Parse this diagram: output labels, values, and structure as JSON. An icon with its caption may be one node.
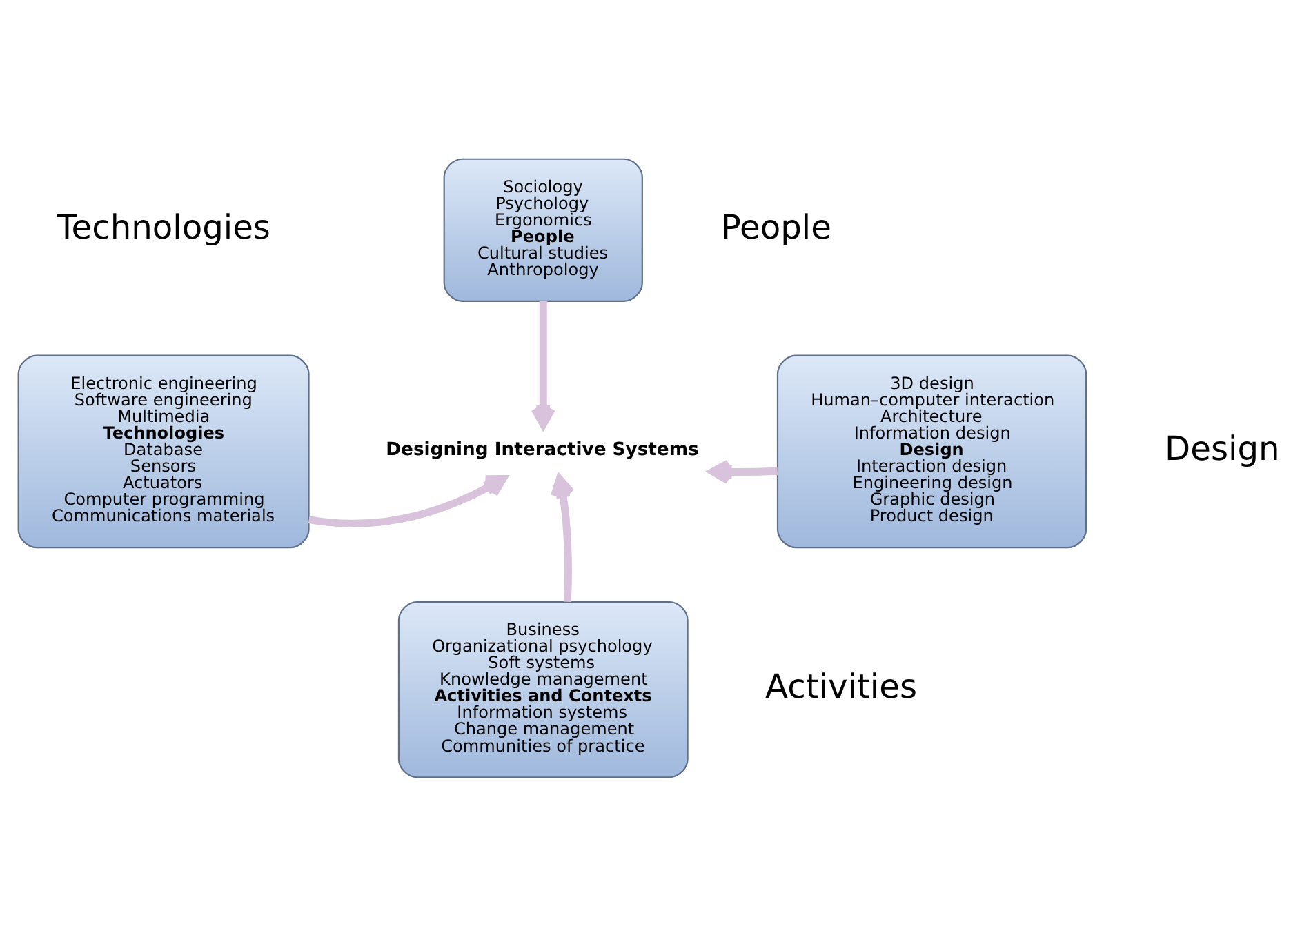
{
  "diagram": {
    "nodes": [
      {
        "text": [
          "Sociology",
          "Psychology",
          "Ergonomics",
          "People",
          "Cultural studies",
          "Anthropology"
        ],
        "beside": [
          "People"
        ]
      },
      {
        "text": [
          "Electronic engineering",
          "Software engineering",
          "Multimedia",
          "Technologies",
          "Database",
          "Sensors",
          "Actuators",
          "Computer programming",
          "Communications materials"
        ],
        "beside": [
          "Technologies"
        ]
      },
      {
        "text": [
          "Designing Interactive Systems"
        ]
      },
      {
        "text": [
          "3D design",
          "Human–computer interaction",
          "Architecture",
          "Information design",
          "Design",
          "Interaction design",
          "Engineering design",
          "Graphic design",
          "Product design"
        ],
        "beside": [
          "Design"
        ]
      },
      {
        "text": [
          "Business",
          "Organizational psychology",
          "Soft systems",
          "Knowledge management",
          "Activities and Contexts",
          "Information systems",
          "Change management",
          "Communities of practice"
        ],
        "beside": [
          "Activities"
        ]
      }
    ],
    "edges": [
      {
        "from": 0,
        "to": 2,
        "arrow": "to"
      },
      {
        "from": 1,
        "to": 2,
        "arrow": "to"
      },
      {
        "from": 3,
        "to": 2,
        "arrow": "to"
      },
      {
        "from": 4,
        "to": 2,
        "arrow": "to"
      }
    ]
  }
}
